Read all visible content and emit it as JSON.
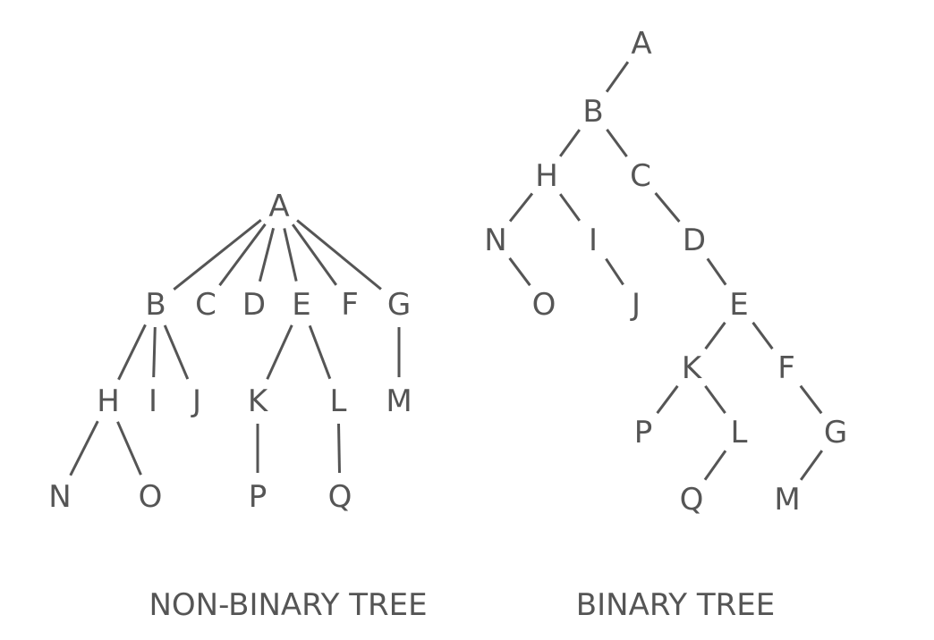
{
  "diagrams": [
    {
      "id": "non-binary",
      "caption": "NON-BINARY TREE",
      "nodes": [
        "A",
        "B",
        "C",
        "D",
        "E",
        "F",
        "G",
        "H",
        "I",
        "J",
        "K",
        "L",
        "M",
        "N",
        "O",
        "P",
        "Q"
      ],
      "edges": [
        [
          "A",
          "B"
        ],
        [
          "A",
          "C"
        ],
        [
          "A",
          "D"
        ],
        [
          "A",
          "E"
        ],
        [
          "A",
          "F"
        ],
        [
          "A",
          "G"
        ],
        [
          "B",
          "H"
        ],
        [
          "B",
          "I"
        ],
        [
          "B",
          "J"
        ],
        [
          "E",
          "K"
        ],
        [
          "E",
          "L"
        ],
        [
          "G",
          "M"
        ],
        [
          "H",
          "N"
        ],
        [
          "H",
          "O"
        ],
        [
          "K",
          "P"
        ],
        [
          "L",
          "Q"
        ]
      ]
    },
    {
      "id": "binary",
      "caption": "BINARY TREE",
      "nodes": [
        "A",
        "B",
        "H",
        "C",
        "N",
        "I",
        "D",
        "O",
        "J",
        "E",
        "K",
        "F",
        "P",
        "L",
        "G",
        "Q",
        "M"
      ],
      "edges": [
        [
          "A",
          "B"
        ],
        [
          "B",
          "H"
        ],
        [
          "B",
          "C"
        ],
        [
          "H",
          "N"
        ],
        [
          "H",
          "I"
        ],
        [
          "C",
          "D"
        ],
        [
          "N",
          "O"
        ],
        [
          "I",
          "J"
        ],
        [
          "D",
          "E"
        ],
        [
          "E",
          "K"
        ],
        [
          "E",
          "F"
        ],
        [
          "K",
          "P"
        ],
        [
          "K",
          "L"
        ],
        [
          "F",
          "G"
        ],
        [
          "L",
          "Q"
        ],
        [
          "G",
          "M"
        ]
      ]
    }
  ],
  "colors": {
    "ink": "#555555",
    "background": "#ffffff"
  }
}
